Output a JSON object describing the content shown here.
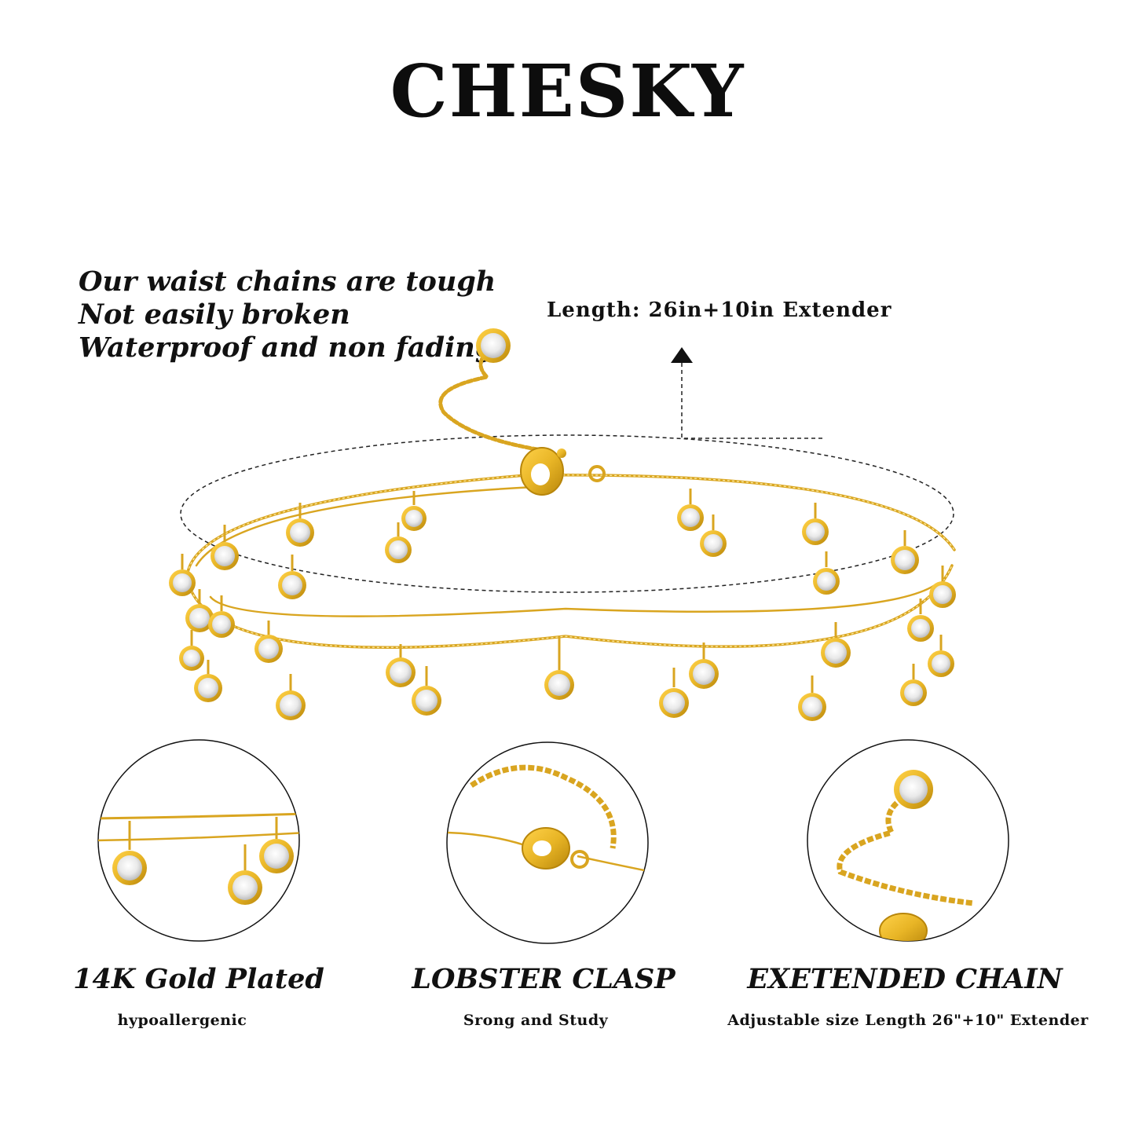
{
  "brand": "CHESKY",
  "features": [
    "Our waist chains are tough",
    "Not easily broken",
    "Waterproof and non fading"
  ],
  "length_label": "Length: 26in+10in Extender",
  "details": [
    {
      "title": "14K Gold Plated",
      "subtitle": "hypoallergenic",
      "image_icon": "pendant-closeup-icon"
    },
    {
      "title": "LOBSTER CLASP",
      "subtitle": "Srong and Study",
      "image_icon": "lobster-clasp-icon"
    },
    {
      "title": "EXETENDED CHAIN",
      "subtitle": "Adjustable size Length 26\"+10\" Extender",
      "image_icon": "extender-chain-icon"
    }
  ],
  "colors": {
    "gold": "#e8b526",
    "gold_dark": "#b8860b",
    "stone": "#f4f4f4",
    "text": "#111111",
    "guide_line": "#222222"
  }
}
